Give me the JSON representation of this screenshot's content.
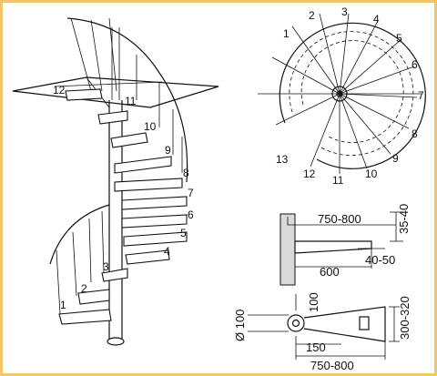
{
  "colors": {
    "frame": "#f2c76a",
    "ink": "#111111",
    "background": "#ffffff"
  },
  "perspective": {
    "step_numbers": [
      "1",
      "2",
      "3",
      "4",
      "5",
      "6",
      "7",
      "8",
      "9",
      "10",
      "11",
      "12"
    ]
  },
  "plan": {
    "step_numbers": [
      "1",
      "2",
      "3",
      "4",
      "5",
      "6",
      "7",
      "8",
      "9",
      "10",
      "11",
      "12",
      "13"
    ]
  },
  "elevation": {
    "dim_length": "750-800",
    "dim_height": "35-40",
    "dim_overhang": "600",
    "dim_end": "40-50"
  },
  "tread_plan": {
    "dim_diameter": "Ø 100",
    "dim_hub": "100",
    "dim_width": "300-320",
    "dim_150": "150",
    "dim_length": "750-800"
  }
}
